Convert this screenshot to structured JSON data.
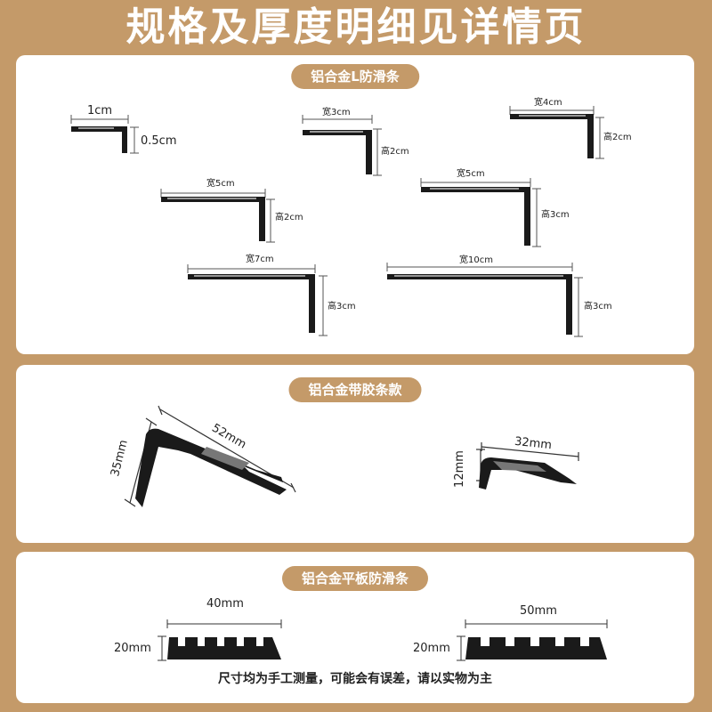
{
  "header": {
    "title": "规格及厚度明细见详情页"
  },
  "sections": {
    "l_strip": {
      "label": "铝合金L防滑条",
      "items": [
        {
          "width": "1cm",
          "height": "0.5cm"
        },
        {
          "width": "宽3cm",
          "height": "高2cm"
        },
        {
          "width": "宽4cm",
          "height": "高2cm"
        },
        {
          "width": "宽5cm",
          "height": "高2cm"
        },
        {
          "width": "宽5cm",
          "height": "高3cm"
        },
        {
          "width": "宽7cm",
          "height": "高3cm"
        },
        {
          "width": "宽10cm",
          "height": "高3cm"
        }
      ]
    },
    "rubber_strip": {
      "label": "铝合金带胶条款",
      "items": [
        {
          "width": "52mm",
          "height": "35mm"
        },
        {
          "width": "32mm",
          "height": "12mm"
        }
      ]
    },
    "flat_strip": {
      "label": "铝合金平板防滑条",
      "items": [
        {
          "width": "40mm",
          "height": "20mm"
        },
        {
          "width": "50mm",
          "height": "20mm"
        }
      ],
      "note": "尺寸均为手工测量，可能会有误差，请以实物为主"
    }
  },
  "colors": {
    "background": "#c49a69",
    "panel": "#ffffff",
    "profile": "#1a1a1a"
  }
}
